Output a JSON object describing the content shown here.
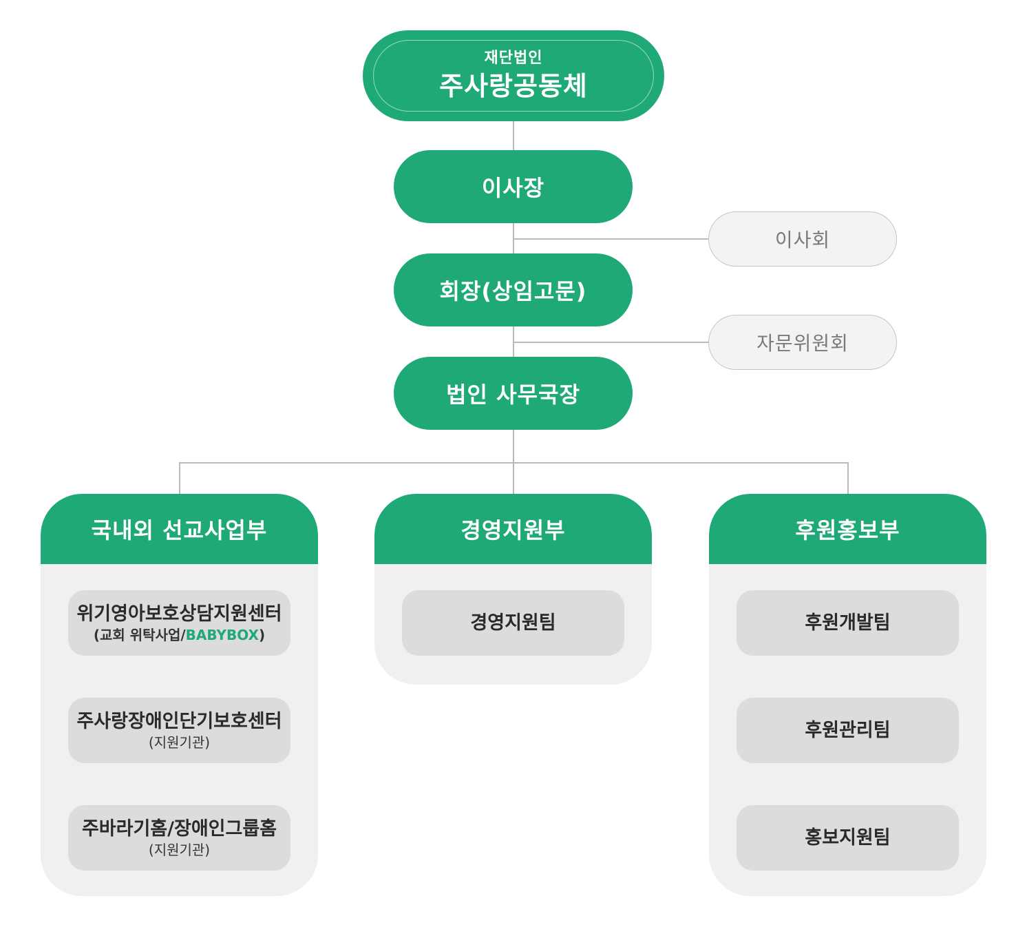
{
  "root": {
    "subtitle": "재단법인",
    "title": "주사랑공동체"
  },
  "chairman": "이사장",
  "president": "회장(상임고문)",
  "secretary_general": "법인 사무국장",
  "board": "이사회",
  "advisory": "자문위원회",
  "departments": [
    {
      "title": "국내외 선교사업부",
      "teams": [
        {
          "name": "위기영아보호상담지원센터",
          "note_prefix": "(교회 위탁사업/",
          "note_accent": "BABYBOX",
          "note_suffix": ")"
        },
        {
          "name": "주사랑장애인단기보호센터",
          "note": "(지원기관)"
        },
        {
          "name": "주바라기홈/장애인그룹홈",
          "note": "(지원기관)"
        }
      ]
    },
    {
      "title": "경영지원부",
      "teams": [
        {
          "name": "경영지원팀"
        }
      ]
    },
    {
      "title": "후원홍보부",
      "teams": [
        {
          "name": "후원개발팀"
        },
        {
          "name": "후원관리팀"
        },
        {
          "name": "홍보지원팀"
        }
      ]
    }
  ],
  "colors": {
    "primary": "#1ea977",
    "side_box": "#f3f3f3",
    "panel": "#eff0ef",
    "team_box": "#dcdcdc",
    "line": "#b9b9b9"
  }
}
